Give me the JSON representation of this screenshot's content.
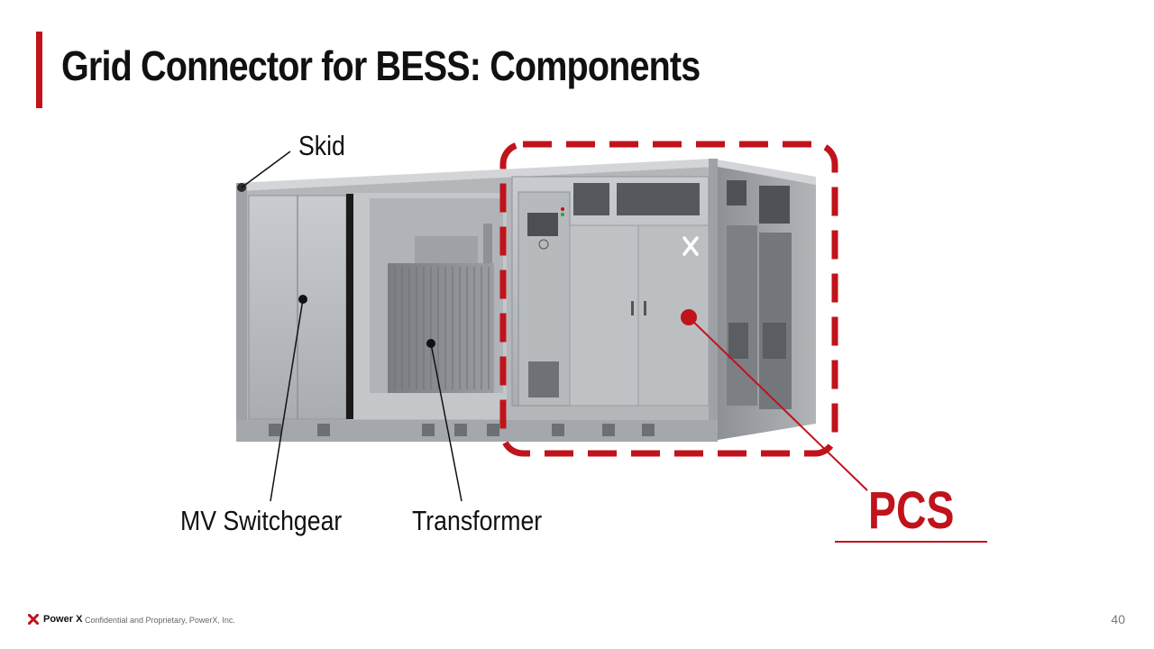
{
  "slide": {
    "title": "Grid Connector for BESS: Components",
    "page_number": "40"
  },
  "labels": {
    "skid": "Skid",
    "mv_switchgear": "MV Switchgear",
    "transformer": "Transformer",
    "pcs": "PCS"
  },
  "footer": {
    "brand": "Power X",
    "confidential": "Confidential and Proprietary, PowerX, Inc."
  },
  "colors": {
    "accent": "#c0131b",
    "enclosure": "#b9bcc0",
    "text": "#111111"
  },
  "icons": {
    "brand_logo": "x-logo-icon",
    "container_logo": "x-logo-icon"
  }
}
